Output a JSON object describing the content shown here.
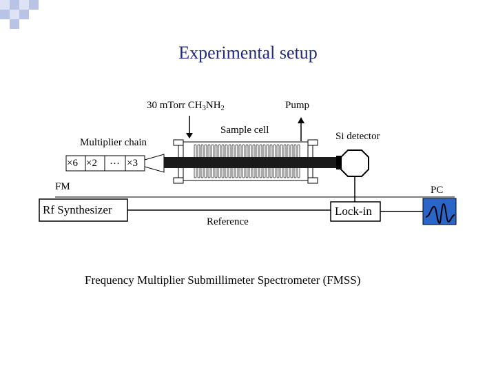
{
  "slide": {
    "title": "Experimental setup",
    "caption": "Frequency Multiplier Submillimeter Spectrometer (FMSS)"
  },
  "labels": {
    "gas_pre": "30 mTorr CH",
    "gas_sub1": "3",
    "gas_mid": "NH",
    "gas_sub2": "2",
    "pump": "Pump",
    "sample_cell": "Sample cell",
    "multiplier_chain": "Multiplier chain",
    "si_detector": "Si detector",
    "fm": "FM",
    "pc": "PC",
    "rf_synthesizer": "Rf Synthesizer",
    "reference": "Reference",
    "lock_in": "Lock-in",
    "mult_6": "×6",
    "mult_2": "×2",
    "mult_dots": "…",
    "mult_3": "×3"
  },
  "colors": {
    "title": "#1f2a7a",
    "corner_square_dark": "#b8c3e6",
    "corner_square_light": "#dde3f4",
    "pc_screen": "#2a66c8"
  }
}
